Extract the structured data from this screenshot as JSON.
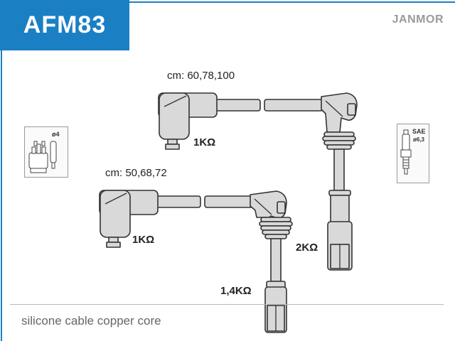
{
  "header": {
    "product_code": "AFM83",
    "brand": "JANMOR"
  },
  "cables": {
    "upper_lengths": "cm: 60,78,100",
    "lower_lengths": "cm: 50,68,72",
    "resistance_upper_left": "1KΩ",
    "resistance_lower_left": "1KΩ",
    "resistance_upper_right": "2KΩ",
    "resistance_lower_right": "1,4KΩ"
  },
  "icons": {
    "distributor_diameter": "ø4",
    "spark_plug_standard": "SAE",
    "spark_plug_diameter": "ø6,3"
  },
  "footer": {
    "description": "silicone cable copper core"
  },
  "colors": {
    "brand_blue": "#1b7fc4",
    "cable_grey": "#d9d9d9",
    "outline": "#333333"
  }
}
